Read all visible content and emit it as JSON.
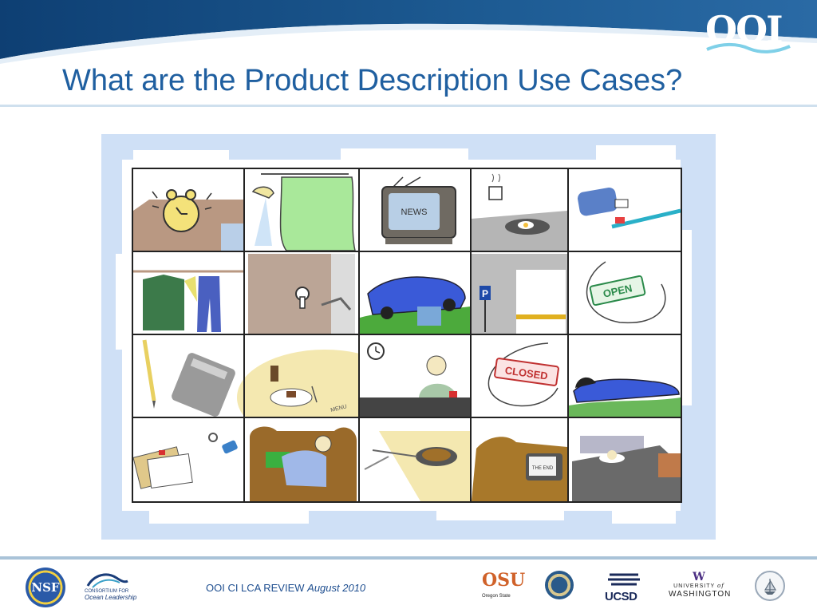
{
  "header": {
    "logo_text": "OOI",
    "title": "What are the Product Description Use Cases?"
  },
  "comic": {
    "panel_texts": {
      "news": "NEWS",
      "parking": "P",
      "open": "OPEN",
      "closed": "CLOSED",
      "menu": "MENU",
      "the_end": "THE END"
    }
  },
  "footer": {
    "review_label": "OOI CI LCA REVIEW",
    "date": "August 2010",
    "logos": {
      "nsf": "NSF",
      "ocean_leadership_small": "CONSORTIUM FOR",
      "ocean_leadership": "Ocean Leadership",
      "osu": "OSU",
      "osu_sub": "Oregon State",
      "ucsd": "UCSD",
      "uw_mark": "W",
      "uw_line1": "UNIVERSITY",
      "uw_of": "of",
      "uw_line2": "WASHINGTON"
    }
  },
  "colors": {
    "header_blue": "#1f5f95",
    "title_blue": "#1f5fa0",
    "comic_bg": "#cfe0f6",
    "footer_text": "#1f4f90"
  }
}
